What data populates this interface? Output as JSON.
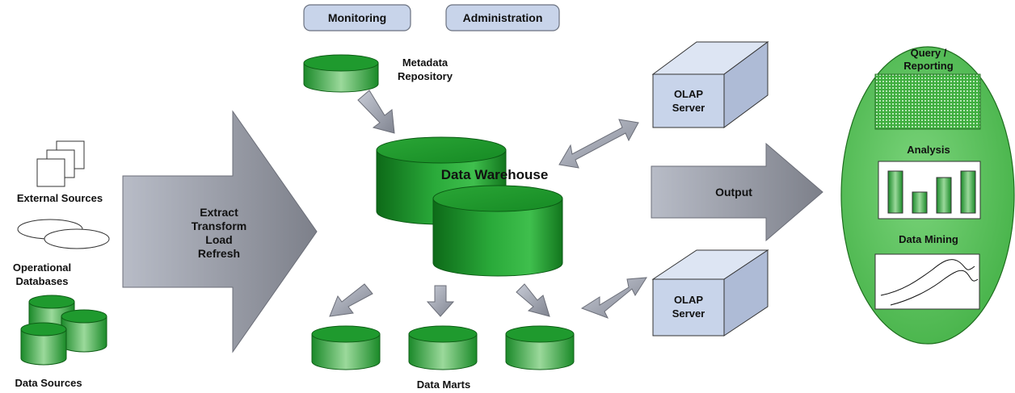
{
  "buttons": {
    "monitoring": "Monitoring",
    "administration": "Administration"
  },
  "metadata": {
    "line1": "Metadata",
    "line2": "Repository"
  },
  "sources": {
    "external": "External Sources",
    "operational_line1": "Operational",
    "operational_line2": "Databases",
    "data_sources": "Data Sources"
  },
  "etl": {
    "line1": "Extract",
    "line2": "Transform",
    "line3": "Load",
    "line4": "Refresh"
  },
  "warehouse": {
    "title": "Data Warehouse",
    "marts": "Data Marts"
  },
  "olap": {
    "top_line1": "OLAP",
    "top_line2": "Server",
    "bottom_line1": "OLAP",
    "bottom_line2": "Server"
  },
  "output": {
    "label": "Output"
  },
  "tools": {
    "query_line1": "Query /",
    "query_line2": "Reporting",
    "analysis": "Analysis",
    "data_mining": "Data  Mining"
  },
  "colors": {
    "green": "#1f9a2e",
    "dark_green": "#0e6e1a",
    "light_green": "#8fd48f",
    "box_blue": "#c8d4ea",
    "arrow_gray": "#8a8d98",
    "ellipse_green": "#4cba4c"
  }
}
